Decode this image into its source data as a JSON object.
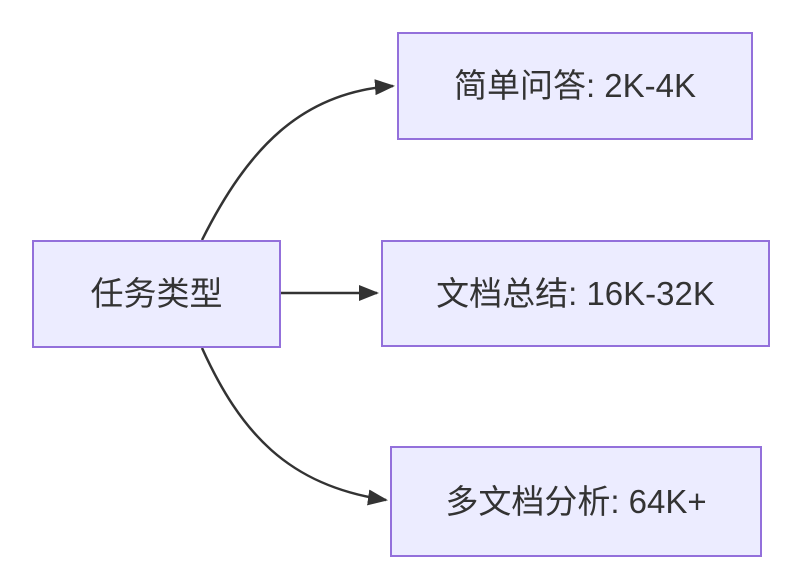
{
  "flowchart": {
    "root": {
      "label": "任务类型"
    },
    "children": [
      {
        "label": "简单问答: 2K-4K"
      },
      {
        "label": "文档总结: 16K-32K"
      },
      {
        "label": "多文档分析: 64K+"
      }
    ]
  },
  "colors": {
    "node_fill": "#ECECFF",
    "node_border": "#9370DB",
    "edge_stroke": "#333333",
    "label_text": "#333333",
    "background": "#FFFFFF"
  }
}
